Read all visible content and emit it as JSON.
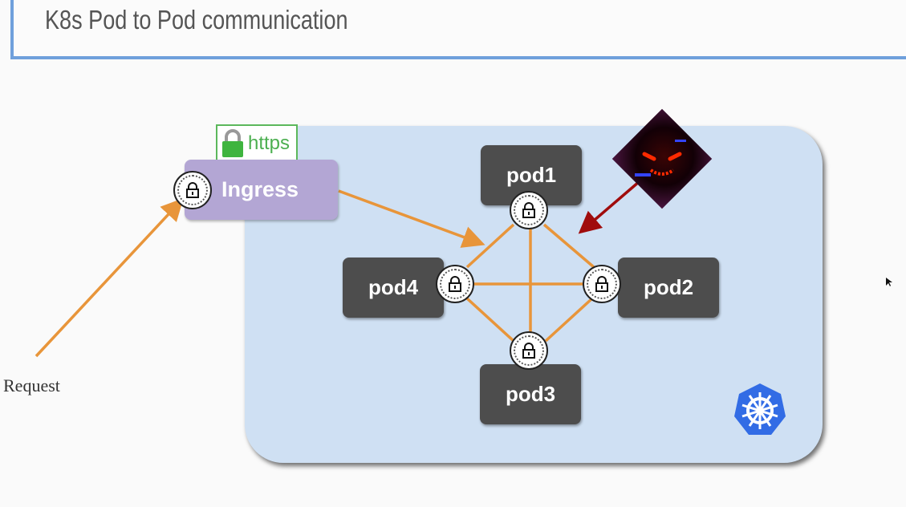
{
  "title": "K8s Pod to Pod communication",
  "ingress": {
    "label": "Ingress",
    "badge": "https"
  },
  "pods": [
    "pod1",
    "pod2",
    "pod3",
    "pod4"
  ],
  "request_label": "Request",
  "colors": {
    "connection": "#e8953a",
    "attack": "#a00c0c",
    "cluster": "#cfe0f3",
    "pod": "#4d4d4d",
    "ingress": "#b3a6d4",
    "k8s": "#326ce5"
  },
  "icons": [
    "lock-icon",
    "https-lock-icon",
    "hacker-image",
    "kubernetes-logo"
  ]
}
